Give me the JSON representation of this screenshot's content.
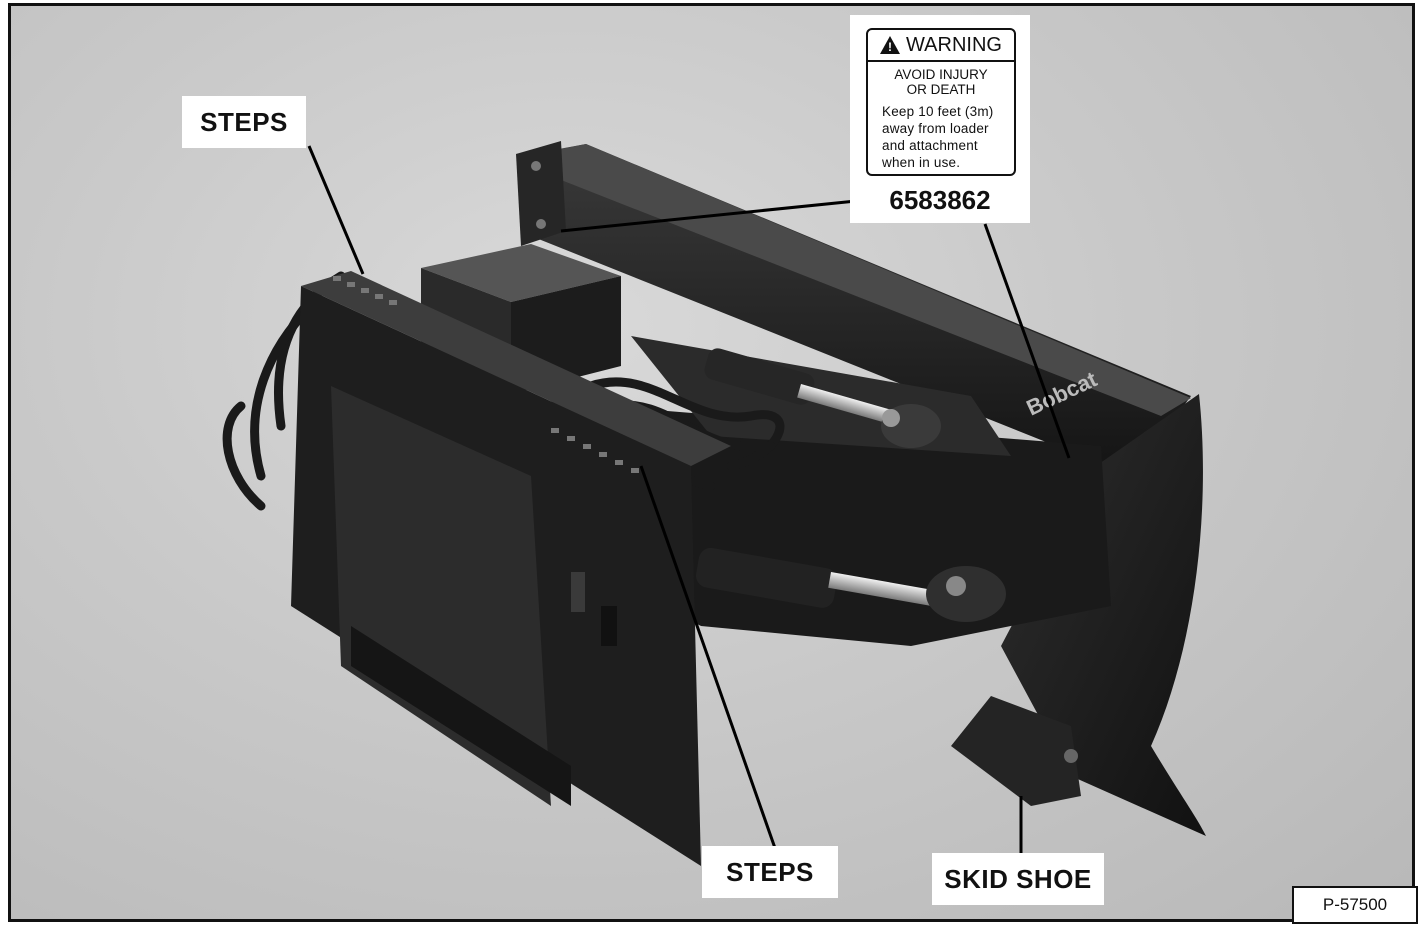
{
  "labels": {
    "steps_top": "STEPS",
    "steps_bottom": "STEPS",
    "skid_shoe": "SKID SHOE"
  },
  "decal": {
    "heading": "WARNING",
    "subheading_line1": "AVOID INJURY",
    "subheading_line2": "OR DEATH",
    "body_line1": "Keep 10 feet (3m)",
    "body_line2": "away from loader",
    "body_line3": "and attachment",
    "body_line4": "when in use.",
    "part_number": "6583862"
  },
  "figure_id": "P-57500",
  "blade_logo": "Bobcat",
  "colors": {
    "background_gray": "#c4c4c4",
    "machine_dark": "#1e1e1e",
    "label_bg": "#ffffff",
    "ink": "#111111"
  },
  "icons": {
    "warning": "warning-triangle-icon"
  }
}
